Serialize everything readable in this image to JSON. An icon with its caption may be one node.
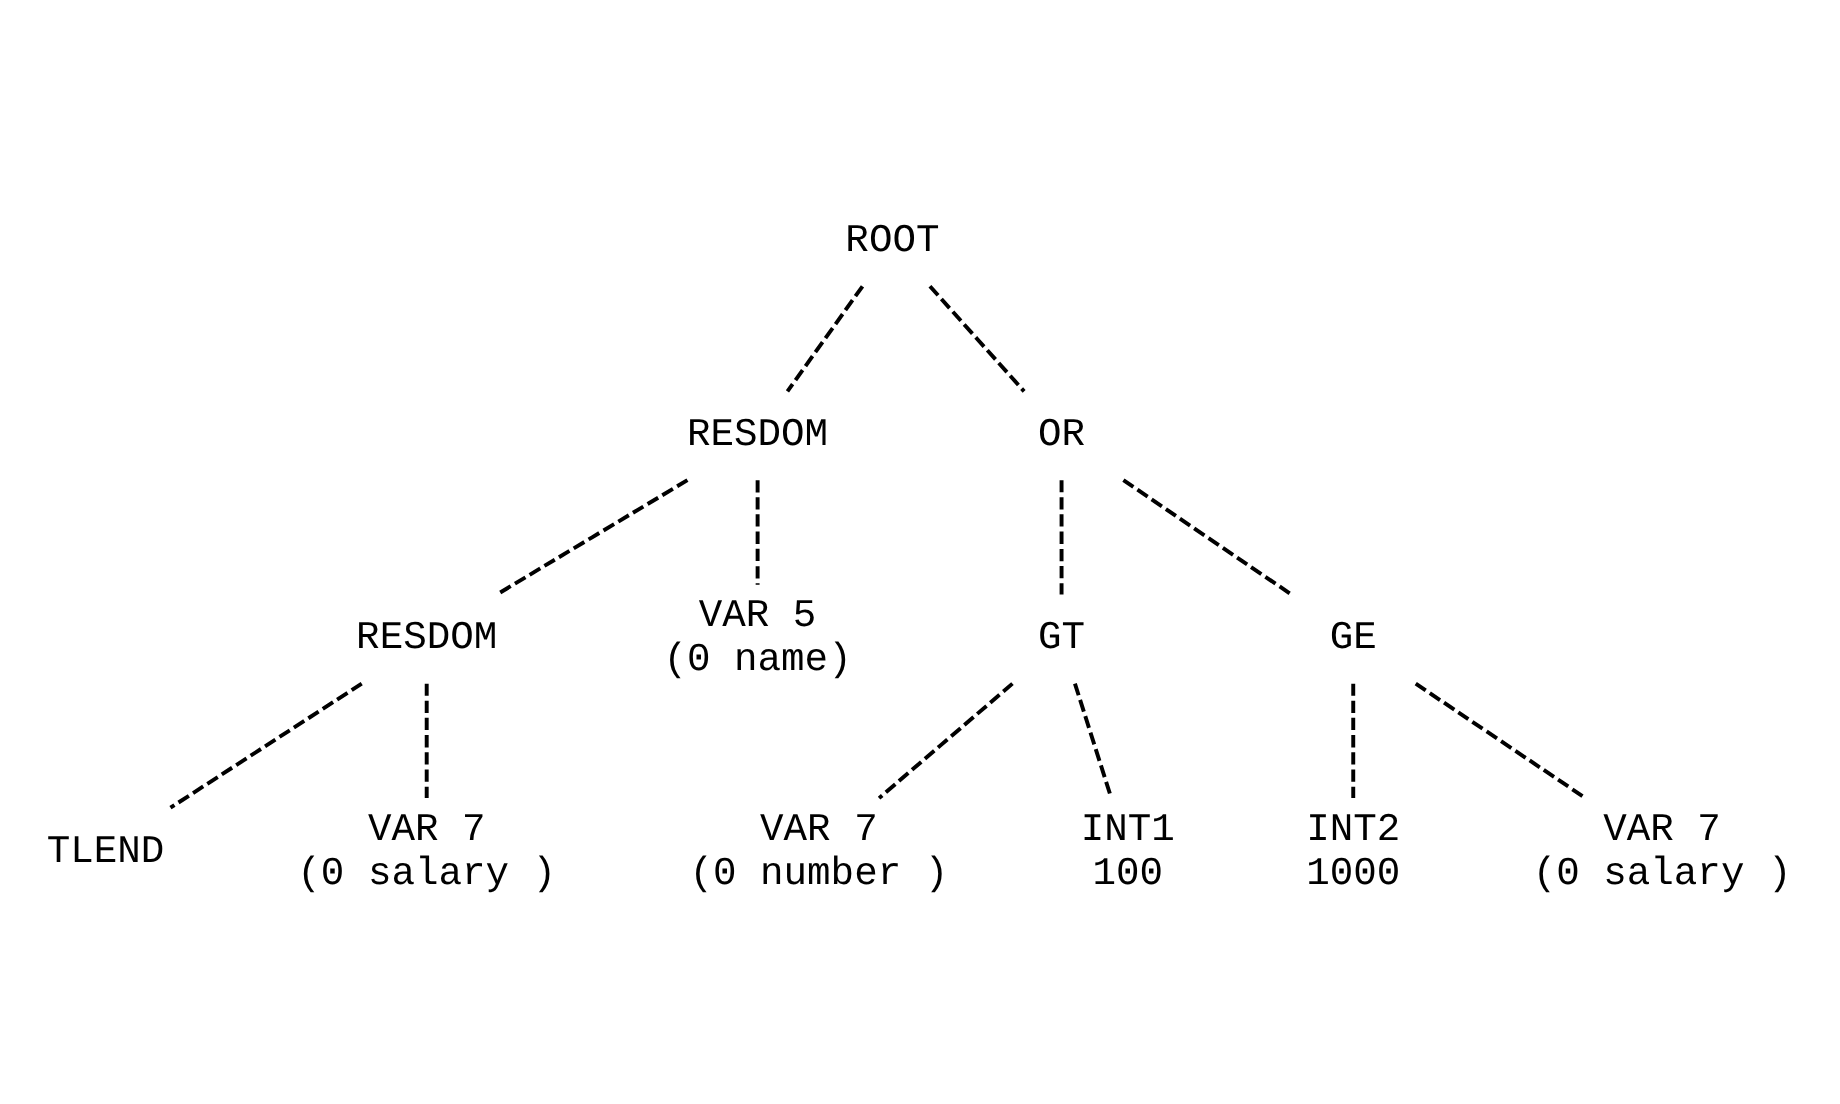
{
  "diagram": {
    "nodes": [
      {
        "text": [
          "ROOT"
        ]
      },
      {
        "text": [
          "RESDOM"
        ]
      },
      {
        "text": [
          "OR"
        ]
      },
      {
        "text": [
          "RESDOM"
        ]
      },
      {
        "text": [
          "VAR 5",
          "(0 name)"
        ]
      },
      {
        "text": [
          "GT"
        ]
      },
      {
        "text": [
          "GE"
        ]
      },
      {
        "text": [
          "TLEND"
        ]
      },
      {
        "text": [
          "VAR 7",
          "(0 salary )"
        ]
      },
      {
        "text": [
          "VAR 7",
          "(0 number )"
        ]
      },
      {
        "text": [
          "INT1",
          "100"
        ]
      },
      {
        "text": [
          "INT2",
          "1000"
        ]
      },
      {
        "text": [
          "VAR 7",
          "(0 salary )"
        ]
      }
    ],
    "edges": [
      {
        "from": 0,
        "to": 1,
        "arrow": "none",
        "style": "dashed"
      },
      {
        "from": 0,
        "to": 2,
        "arrow": "none",
        "style": "dashed"
      },
      {
        "from": 1,
        "to": 3,
        "arrow": "none",
        "style": "dashed"
      },
      {
        "from": 1,
        "to": 4,
        "arrow": "none",
        "style": "dashed"
      },
      {
        "from": 2,
        "to": 5,
        "arrow": "none",
        "style": "dashed"
      },
      {
        "from": 2,
        "to": 6,
        "arrow": "none",
        "style": "dashed"
      },
      {
        "from": 3,
        "to": 7,
        "arrow": "none",
        "style": "dashed"
      },
      {
        "from": 3,
        "to": 8,
        "arrow": "none",
        "style": "dashed"
      },
      {
        "from": 5,
        "to": 9,
        "arrow": "none",
        "style": "dashed"
      },
      {
        "from": 5,
        "to": 10,
        "arrow": "none",
        "style": "dashed"
      },
      {
        "from": 6,
        "to": 12,
        "arrow": "none",
        "style": "dashed"
      },
      {
        "from": 6,
        "to": 11,
        "arrow": "none",
        "style": "dashed"
      }
    ]
  }
}
